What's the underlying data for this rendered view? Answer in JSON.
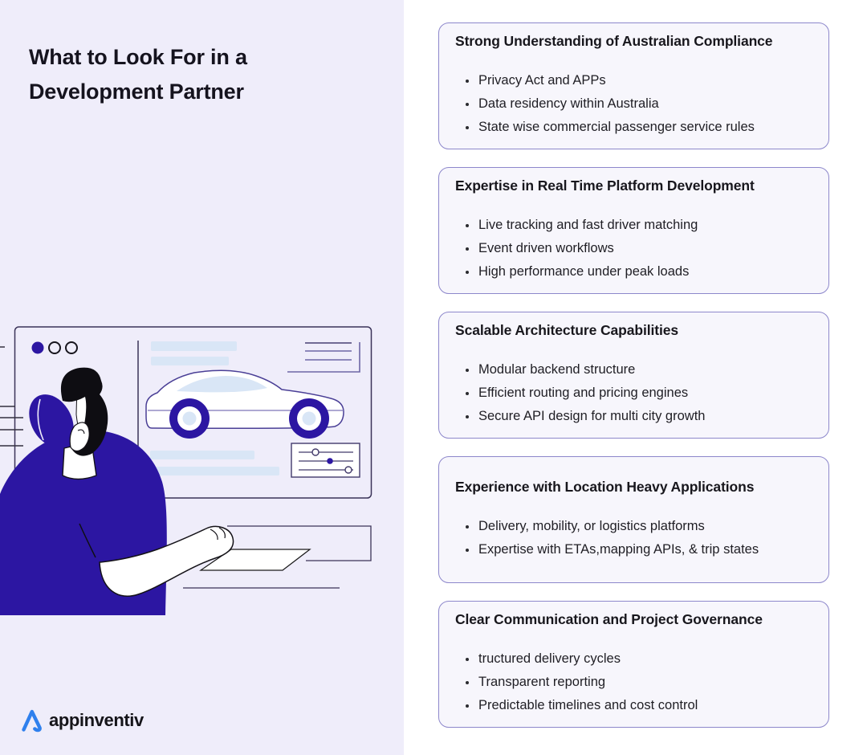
{
  "title": {
    "lines": [
      "What to Look For in a",
      "Development Partner"
    ]
  },
  "brand": {
    "name": "appinventiv"
  },
  "cards": [
    {
      "heading": "Strong Understanding of Australian Compliance",
      "bullets": [
        "Privacy Act and APPs",
        "Data residency within Australia",
        "State wise commercial passenger service rules"
      ]
    },
    {
      "heading": "Expertise in Real Time Platform Development",
      "bullets": [
        "Live tracking and fast driver matching",
        "Event driven workflows",
        "High performance under peak loads"
      ]
    },
    {
      "heading": "Scalable Architecture Capabilities",
      "bullets": [
        "Modular backend structure",
        "Efficient routing and pricing engines",
        "Secure API design for multi city growth"
      ]
    },
    {
      "heading": "Experience with Location Heavy Applications",
      "bullets": [
        "Delivery, mobility, or logistics platforms",
        "Expertise with ETAs,mapping APIs, & trip states"
      ]
    },
    {
      "heading": "Clear Communication and Project Governance",
      "bullets": [
        "tructured delivery cycles",
        "Transparent reporting",
        "Predictable timelines and cost control"
      ]
    }
  ],
  "colors": {
    "left_bg": "#efedfa",
    "right_bg": "#ffffff",
    "card_bg": "#f7f6fc",
    "card_border": "#8d87cb",
    "accent_indigo": "#2c16a2",
    "illustration_light_blue": "#d9e6f6",
    "logo_blue": "#2f80ed",
    "text_dark": "#15131e"
  },
  "icons": {
    "bullet": "bullet-dot-icon",
    "logo_mark": "appinventiv-triangle-icon"
  }
}
